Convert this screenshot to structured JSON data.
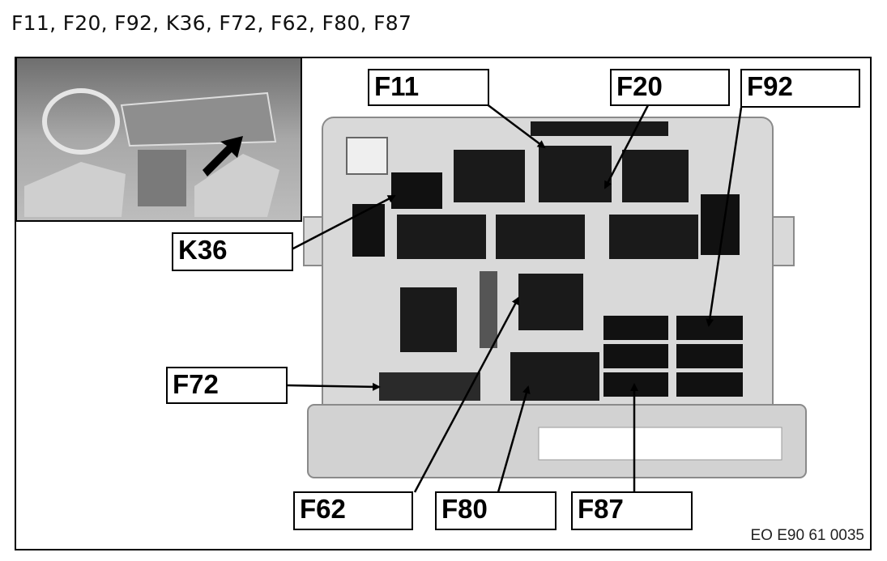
{
  "title": "F11, F20, F92, K36, F72, F62, F80, F87",
  "callouts": {
    "f11": "F11",
    "f20": "F20",
    "f92": "F92",
    "k36": "K36",
    "f72": "F72",
    "f62": "F62",
    "f80": "F80",
    "f87": "F87"
  },
  "reference_code": "EO E90 61 0035",
  "colors": {
    "housing": "#d9d9d9",
    "housing_edge": "#8a8a8a",
    "component": "#1a1a1a",
    "inset_bg": "#9a9a9a"
  }
}
